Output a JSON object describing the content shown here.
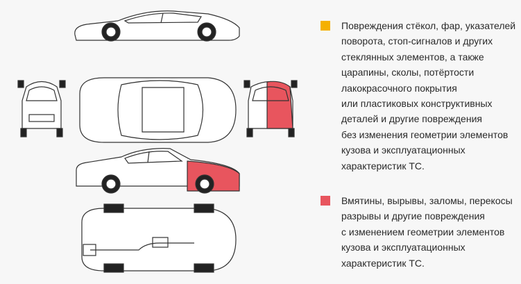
{
  "colors": {
    "minor": "#f5b000",
    "major": "#e8555e",
    "line": "#333333"
  },
  "legend": [
    {
      "color_name": "minor",
      "text": "Повреждения стёкол, фар, указателей\nповорота, стоп-сигналов и других\nстеклянных элементов, а также\nцарапины, сколы, потёртости\nлакокрасочного покрытия\nили пластиковых конструктивных\nдеталей и другие повреждения\nбез изменения геометрии элементов\nкузова и эксплуатационных\nхарактеристик ТС."
    },
    {
      "color_name": "major",
      "text": "Вмятины, вырывы, заломы, перекосы\nразрывы и другие повреждения\nс изменением геометрии элементов\nкузова и эксплуатационных\nхарактеристик ТС."
    }
  ]
}
